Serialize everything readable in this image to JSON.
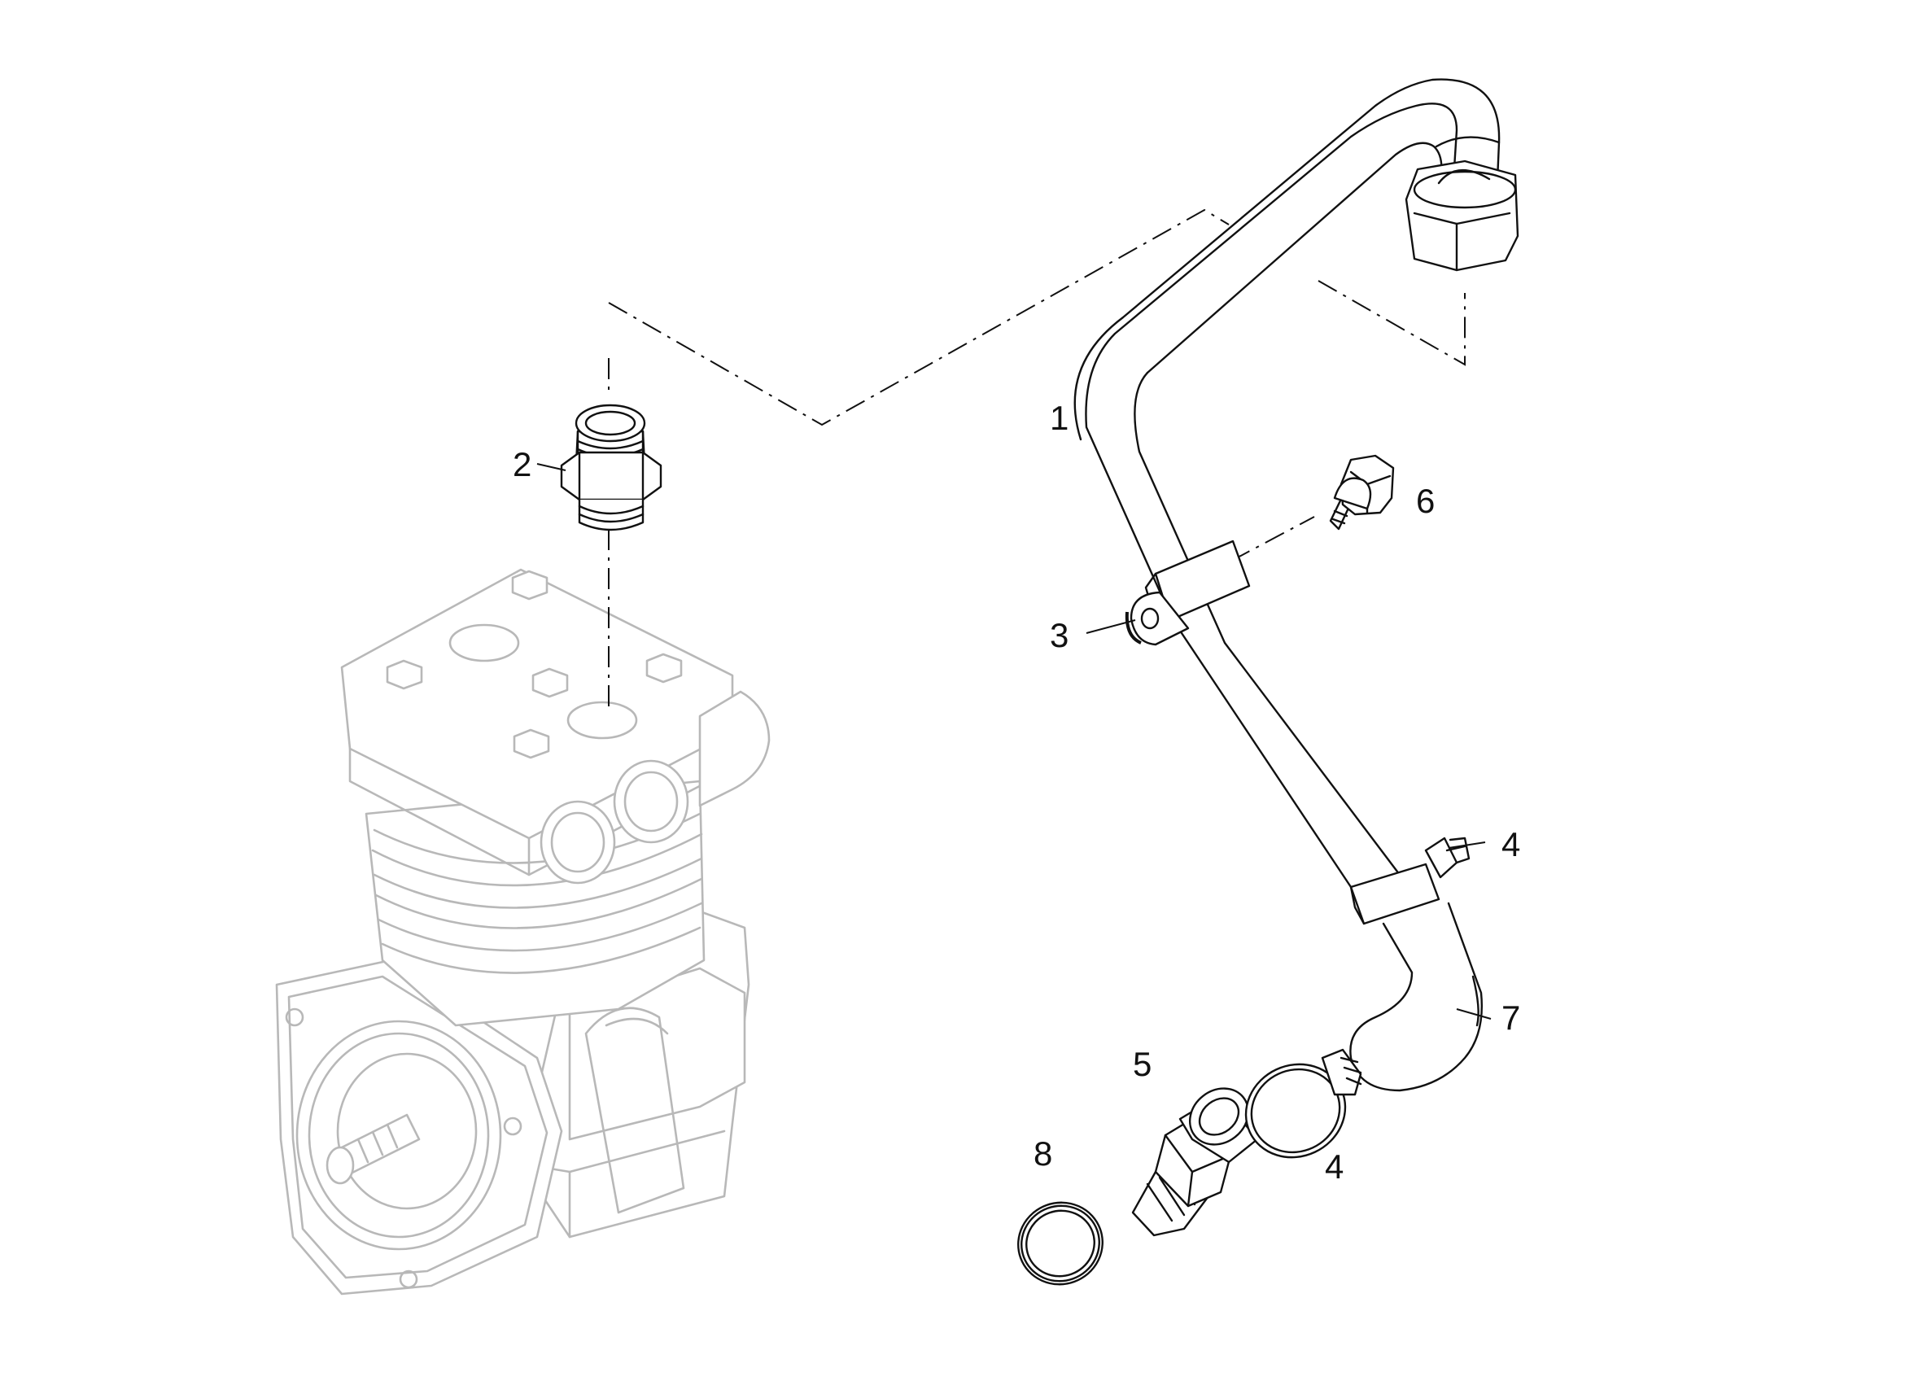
{
  "callouts": {
    "c1": "1",
    "c2": "2",
    "c3": "3",
    "c4a": "4",
    "c4b": "4",
    "c5": "5",
    "c6": "6",
    "c7": "7",
    "c8": "8"
  },
  "colors": {
    "line": "#111111",
    "ghost": "#b8b8b8",
    "background": "#ffffff"
  }
}
